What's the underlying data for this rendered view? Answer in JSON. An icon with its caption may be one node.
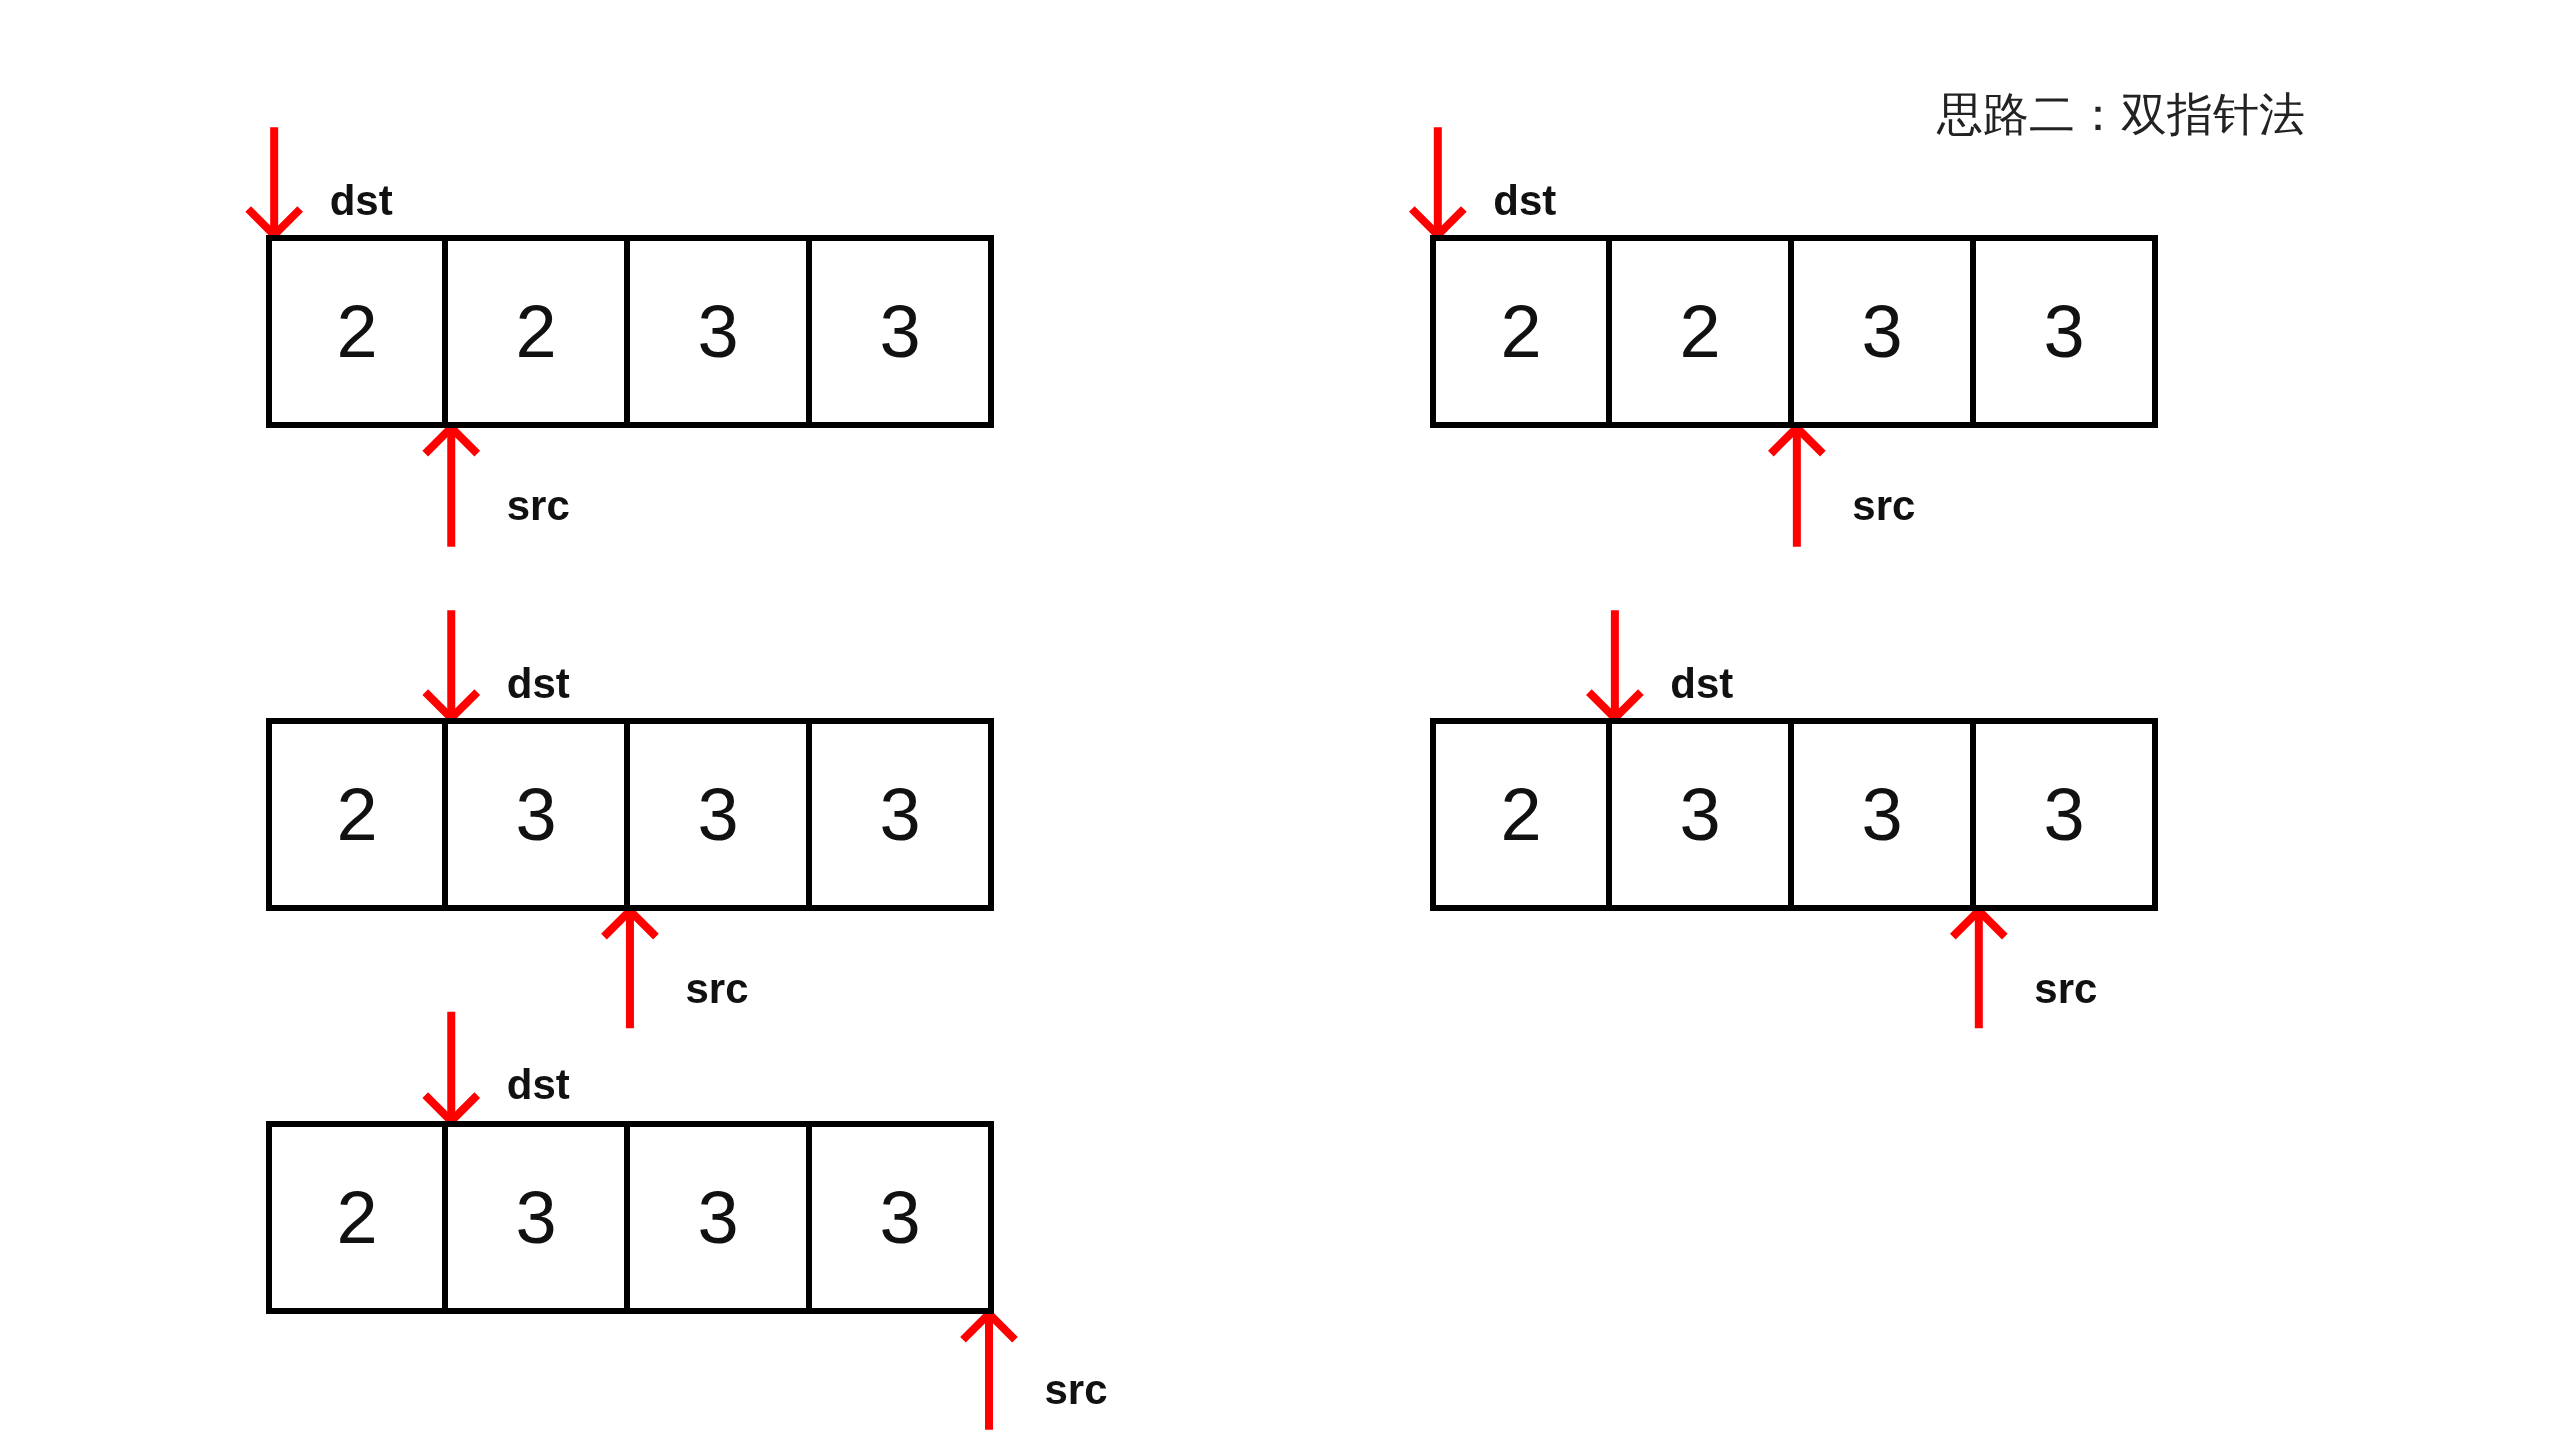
{
  "diagram": {
    "title": "思路二：双指针法",
    "nodes": [
      {
        "text": [
          "2"
        ]
      },
      {
        "text": [
          "2"
        ]
      },
      {
        "text": [
          "3"
        ]
      },
      {
        "text": [
          "3"
        ]
      },
      {
        "text": [
          "2"
        ]
      },
      {
        "text": [
          "3"
        ]
      },
      {
        "text": [
          "3"
        ]
      },
      {
        "text": [
          "3"
        ]
      },
      {
        "text": [
          "2"
        ]
      },
      {
        "text": [
          "3"
        ]
      },
      {
        "text": [
          "3"
        ]
      },
      {
        "text": [
          "3"
        ]
      },
      {
        "text": [
          "2"
        ]
      },
      {
        "text": [
          "2"
        ]
      },
      {
        "text": [
          "3"
        ]
      },
      {
        "text": [
          "3"
        ]
      },
      {
        "text": [
          "2"
        ]
      },
      {
        "text": [
          "3"
        ]
      },
      {
        "text": [
          "3"
        ]
      },
      {
        "text": [
          "3"
        ]
      }
    ],
    "edges": [
      {
        "from": null,
        "to": 0,
        "arrow": "to",
        "label": "dst"
      },
      {
        "from": null,
        "to": 1,
        "arrow": "to",
        "label": "src"
      },
      {
        "from": null,
        "to": 5,
        "arrow": "to",
        "label": "dst"
      },
      {
        "from": null,
        "to": 6,
        "arrow": "to",
        "label": "src"
      },
      {
        "from": null,
        "to": 9,
        "arrow": "to",
        "label": "dst"
      },
      {
        "from": null,
        "to": 11,
        "arrow": "to",
        "label": "src"
      },
      {
        "from": null,
        "to": 12,
        "arrow": "to",
        "label": "dst"
      },
      {
        "from": null,
        "to": 14,
        "arrow": "to",
        "label": "src"
      },
      {
        "from": null,
        "to": 17,
        "arrow": "to",
        "label": "dst"
      },
      {
        "from": null,
        "to": 19,
        "arrow": "to",
        "label": "src"
      }
    ]
  }
}
